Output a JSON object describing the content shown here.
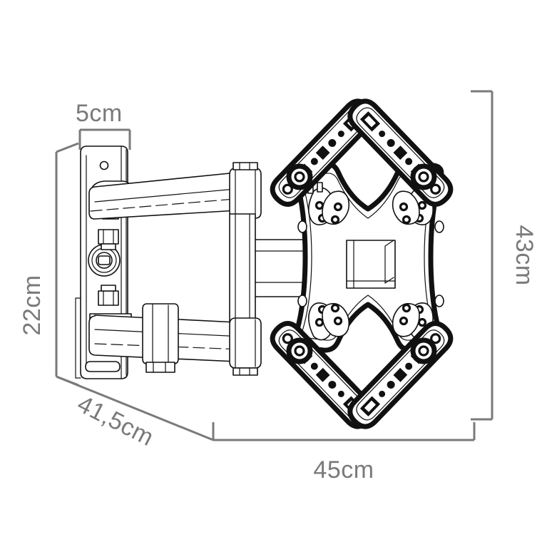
{
  "diagram": {
    "title": "TV Wall Mount Dimension Diagram",
    "background_color": "#ffffff",
    "line_color_product": "#111111",
    "line_color_dimension": "#7a7a7a",
    "label_color": "#7a7a7a",
    "units": "cm"
  },
  "dimensions": {
    "depth_retracted": {
      "label": "5cm",
      "value": 5,
      "unit": "cm",
      "orientation": "horizontal",
      "position": "top-left",
      "describes": "wall-plate-depth"
    },
    "wall_plate_height": {
      "label": "22cm",
      "value": 22,
      "unit": "cm",
      "orientation": "vertical-rotated-ccw",
      "position": "left",
      "describes": "wall-plate-height"
    },
    "extension_depth": {
      "label": "41,5cm",
      "value": 41.5,
      "unit": "cm",
      "orientation": "diagonal",
      "position": "bottom-left",
      "describes": "maximum-extension-depth"
    },
    "panel_height": {
      "label": "43cm",
      "value": 43,
      "unit": "cm",
      "orientation": "vertical-rotated-cw",
      "position": "right",
      "describes": "vesa-plate-height"
    },
    "panel_width": {
      "label": "45cm",
      "value": 45,
      "unit": "cm",
      "orientation": "horizontal",
      "position": "bottom-center",
      "describes": "vesa-plate-width"
    }
  },
  "product": {
    "name": "full-motion-tv-wall-mount",
    "parts": [
      {
        "name": "wall-plate",
        "description": "vertical wall mounting plate with top hole and bottom slot"
      },
      {
        "name": "upper-articulating-arm",
        "description": "upper extension arm segment"
      },
      {
        "name": "lower-articulating-arm",
        "description": "lower extension arm segment"
      },
      {
        "name": "pivot-joint",
        "description": "central rotation bearing on wall plate"
      },
      {
        "name": "vesa-plate",
        "description": "X-shaped TV attachment plate"
      },
      {
        "name": "vesa-arm-top-left",
        "description": "slotted extension arm upper-left"
      },
      {
        "name": "vesa-arm-top-right",
        "description": "slotted extension arm upper-right"
      },
      {
        "name": "vesa-arm-bottom-left",
        "description": "slotted extension arm lower-left"
      },
      {
        "name": "vesa-arm-bottom-right",
        "description": "slotted extension arm lower-right"
      }
    ]
  }
}
